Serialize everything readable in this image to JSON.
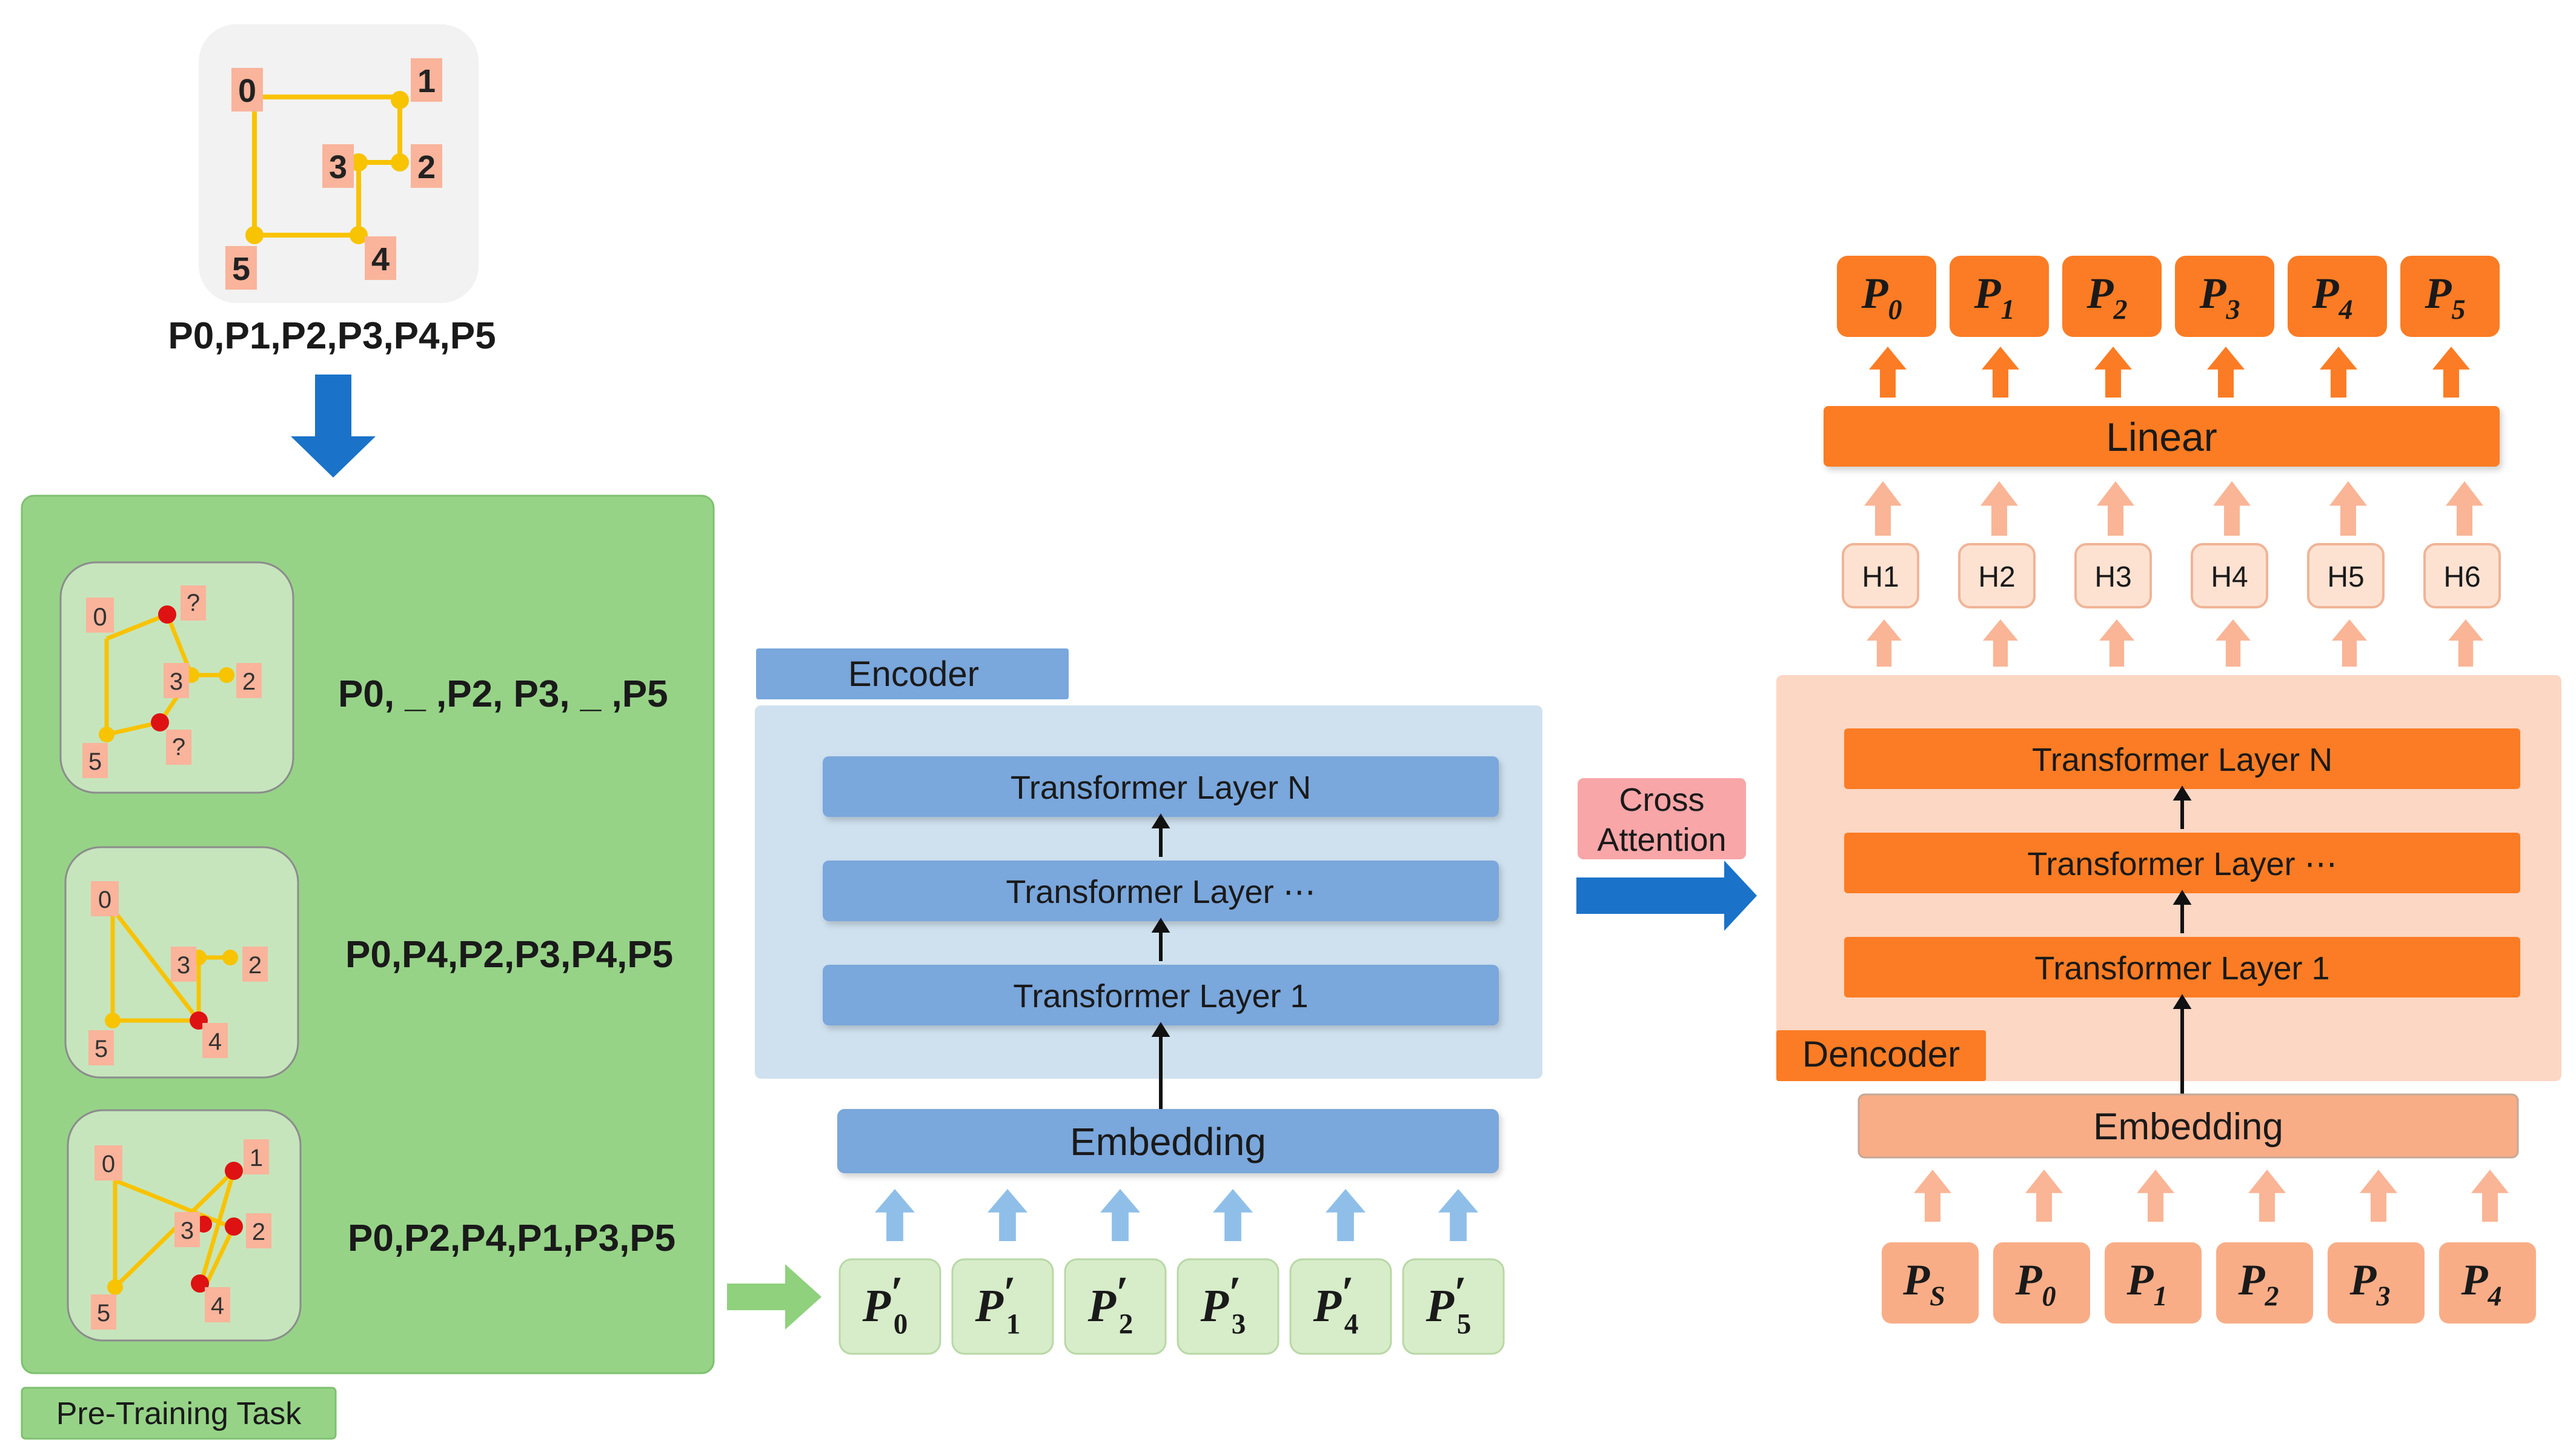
{
  "top_graph": {
    "sequence": "P0,P1,P2,P3,P4,P5",
    "nodes": [
      {
        "id": "n0",
        "label": "0"
      },
      {
        "id": "n1",
        "label": "1"
      },
      {
        "id": "n2",
        "label": "2"
      },
      {
        "id": "n3",
        "label": "3"
      },
      {
        "id": "n4",
        "label": "4"
      },
      {
        "id": "n5",
        "label": "5"
      }
    ]
  },
  "pretraining": {
    "label": "Pre-Training Task",
    "tasks": [
      {
        "sequence": "P0, _ ,P2, P3, _ ,P5",
        "labels": [
          "0",
          "?",
          "3",
          "2",
          "?",
          "5"
        ]
      },
      {
        "sequence": "P0,P4,P2,P3,P4,P5",
        "labels": [
          "0",
          "3",
          "2",
          "5",
          "4"
        ]
      },
      {
        "sequence": "P0,P2,P4,P1,P3,P5",
        "labels": [
          "0",
          "1",
          "3",
          "2",
          "5",
          "4"
        ]
      }
    ]
  },
  "encoder": {
    "label": "Encoder",
    "layers": [
      "Transformer Layer N",
      "Transformer Layer ⋯",
      "Transformer Layer 1"
    ],
    "embedding": "Embedding",
    "inputs": [
      {
        "base": "P",
        "prime": "′",
        "sub": "0"
      },
      {
        "base": "P",
        "prime": "′",
        "sub": "1"
      },
      {
        "base": "P",
        "prime": "′",
        "sub": "2"
      },
      {
        "base": "P",
        "prime": "′",
        "sub": "3"
      },
      {
        "base": "P",
        "prime": "′",
        "sub": "4"
      },
      {
        "base": "P",
        "prime": "′",
        "sub": "5"
      }
    ]
  },
  "cross_attention": {
    "line1": "Cross",
    "line2": "Attention"
  },
  "decoder": {
    "label": "Dencoder",
    "layers": [
      "Transformer Layer N",
      "Transformer Layer ⋯",
      "Transformer Layer 1"
    ],
    "embedding": "Embedding",
    "linear": "Linear",
    "hidden": [
      "H1",
      "H2",
      "H3",
      "H4",
      "H5",
      "H6"
    ],
    "inputs": [
      {
        "base": "P",
        "sub": "S"
      },
      {
        "base": "P",
        "sub": "0"
      },
      {
        "base": "P",
        "sub": "1"
      },
      {
        "base": "P",
        "sub": "2"
      },
      {
        "base": "P",
        "sub": "3"
      },
      {
        "base": "P",
        "sub": "4"
      }
    ],
    "outputs": [
      {
        "base": "P",
        "sub": "0"
      },
      {
        "base": "P",
        "sub": "1"
      },
      {
        "base": "P",
        "sub": "2"
      },
      {
        "base": "P",
        "sub": "3"
      },
      {
        "base": "P",
        "sub": "4"
      },
      {
        "base": "P",
        "sub": "5"
      }
    ]
  },
  "colors": {
    "pretrain_green": "#96d387",
    "tile_green": "#c6e5bd",
    "encoder_bg": "#cfe1ef",
    "encoder_blue": "#7aa7dc",
    "input_green": "#d7ecc9",
    "up_arrow_blue": "#8fbfe8",
    "big_arrow_blue": "#1a73c9",
    "green_arrow": "#8fd17d",
    "cross_pink": "#f8a6a8",
    "decoder_bg": "#fcd7c4",
    "decoder_orange": "#fb7c24",
    "decoder_light": "#f9ad87",
    "hidden_fill": "#fde2d2",
    "up_arrow_orange": "#f9b596",
    "graph_yellow": "#f8c300",
    "label_salmon": "#f9b49b",
    "red_node": "#de1212"
  }
}
